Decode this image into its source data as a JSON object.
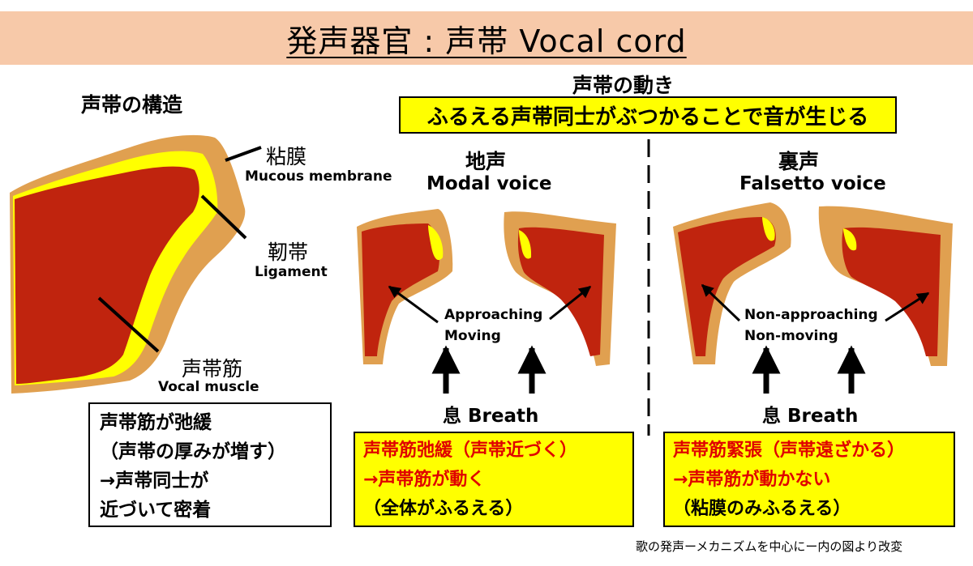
{
  "title": "発声器官 : 声帯 Vocal cord",
  "left": {
    "heading": "声帯の構造",
    "mucous_jp": "粘膜",
    "mucous_en": "Mucous membrane",
    "ligament_jp": "靭帯",
    "ligament_en": "Ligament",
    "muscle_jp": "声帯筋",
    "muscle_en": "Vocal muscle",
    "note": [
      "声帯筋が弛緩",
      "（声帯の厚みが増す）",
      "→声帯同士が",
      "近づいて密着"
    ]
  },
  "right": {
    "heading": "声帯の動き",
    "banner": "ふるえる声帯同士がぶつかることで音が生じる",
    "modal": {
      "jp": "地声",
      "en": "Modal voice",
      "movement": [
        "Approaching",
        "Moving"
      ],
      "breath": "息 Breath",
      "note": [
        "声帯筋弛緩（声帯近づく）",
        "→声帯筋が動く",
        "（全体がふるえる）"
      ]
    },
    "falsetto": {
      "jp": "裏声",
      "en": "Falsetto voice",
      "movement": [
        "Non-approaching",
        "Non-moving"
      ],
      "breath": "息 Breath",
      "note": [
        "声帯筋緊張（声帯遠ざかる）",
        "→声帯筋が動かない",
        "（粘膜のみふるえる）"
      ]
    }
  },
  "source": "歌の発声ーメカニズムを中心にー内の図より改変",
  "colors": {
    "banner": "#f7c9a9",
    "muscle": "#c0240e",
    "ligament": "#ffff00",
    "mucosa": "#e0a050",
    "note_box": "#ffff00",
    "red_text": "#e00000"
  }
}
